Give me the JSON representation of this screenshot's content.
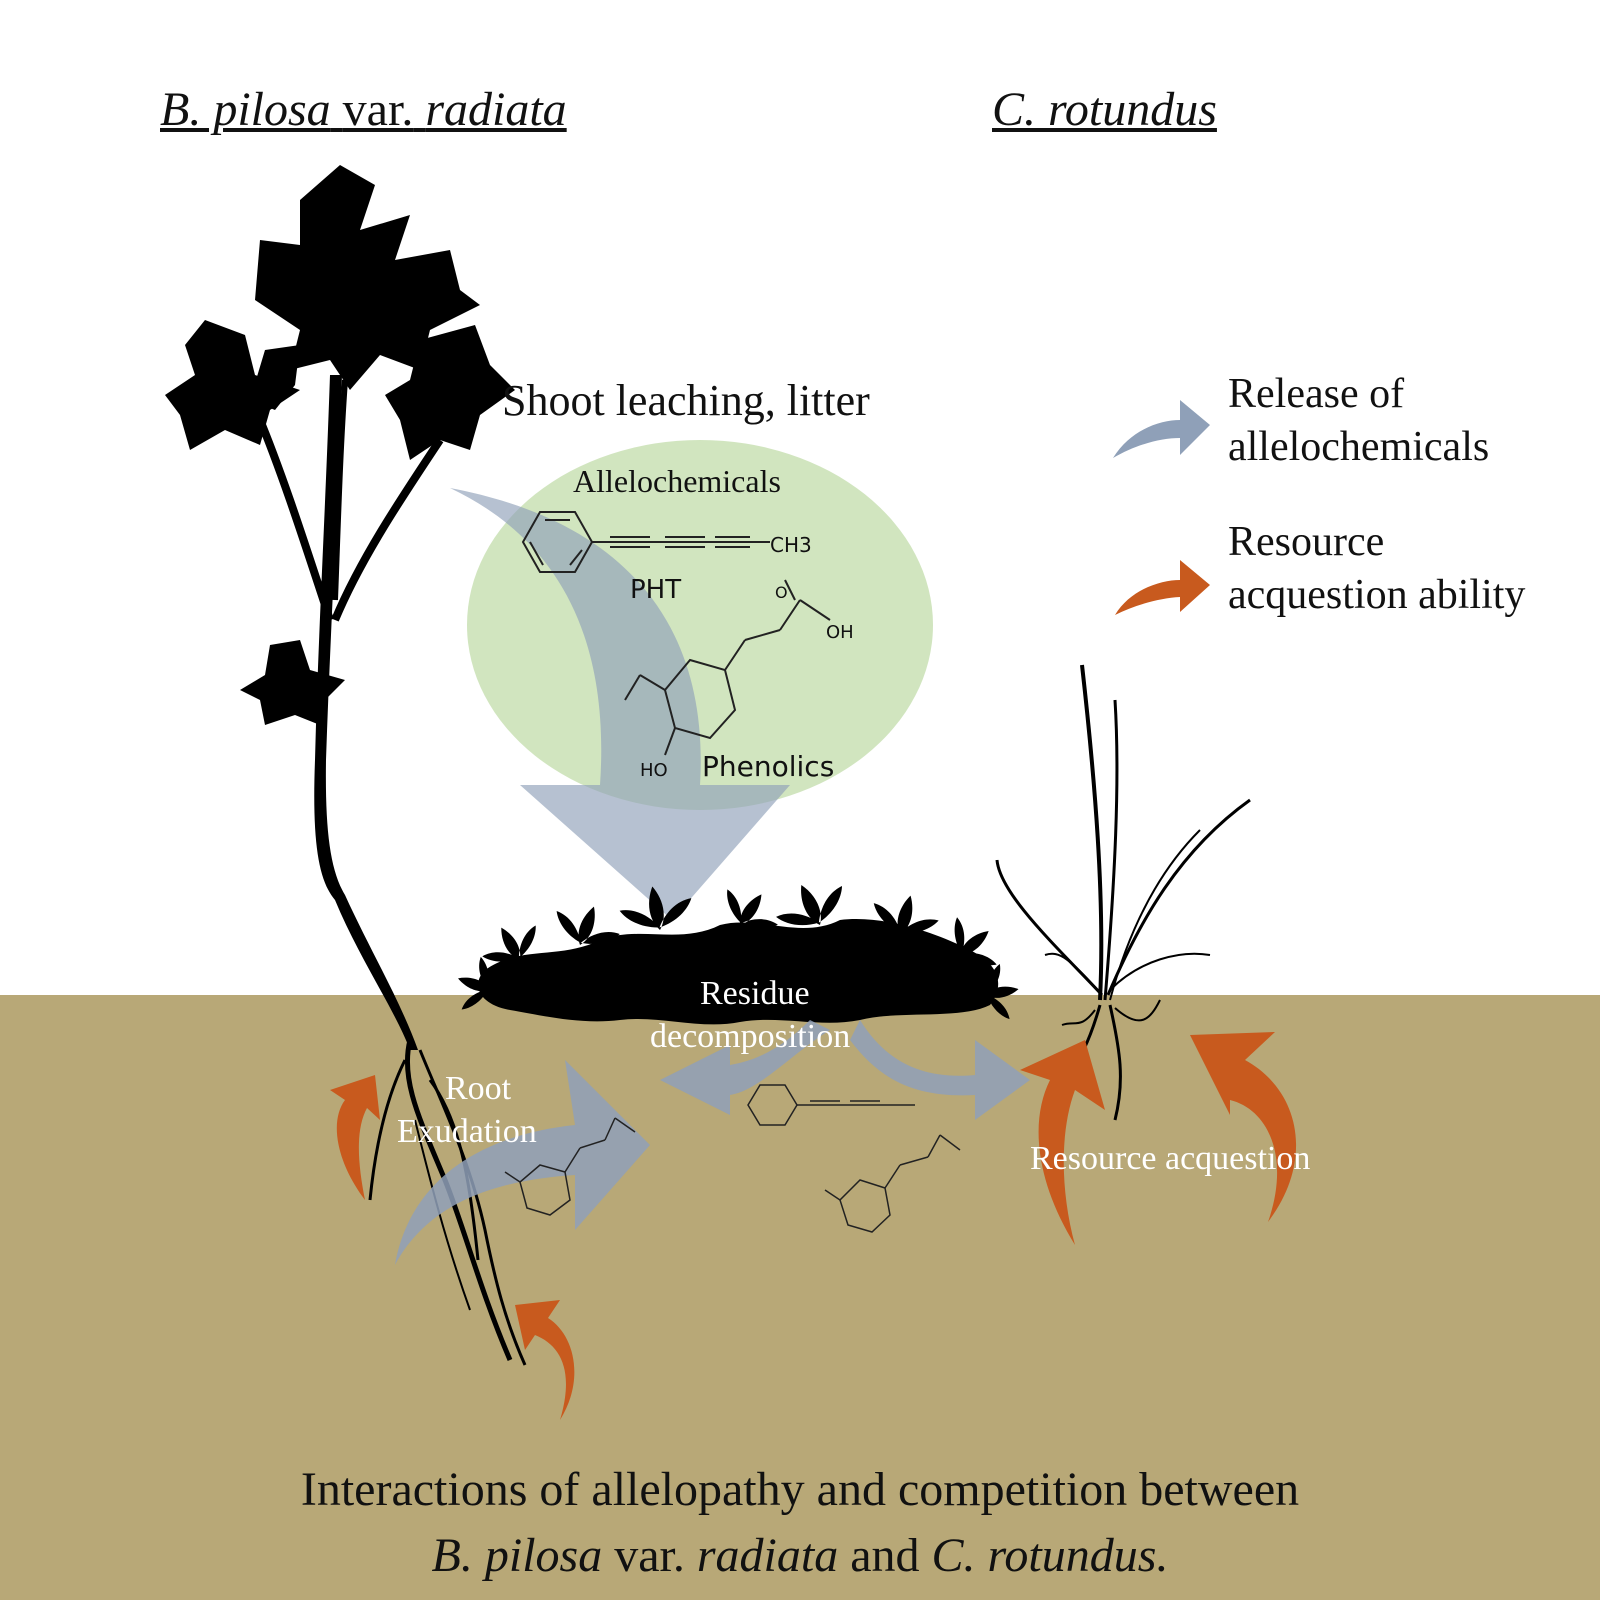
{
  "species": {
    "left_genus": "B. pilosa",
    "left_var": "var.",
    "left_epithet": "radiata",
    "right": "C. rotundus"
  },
  "labels": {
    "shoot_leaching": "Shoot leaching, litter",
    "allelochemicals": "Allelochemicals",
    "pht": "PHT",
    "phenolics": "Phenolics",
    "ch3": "CH3",
    "oh": "OH",
    "ho": "HO",
    "o": "O",
    "residue": "Residue",
    "decomposition": "decomposition",
    "root": "Root",
    "exudation": "Exudation",
    "resource_acquestion": "Resource acquestion"
  },
  "legend": {
    "release_line1": "Release of",
    "release_line2": "allelochemicals",
    "resource_line1": "Resource",
    "resource_line2": "acquestion ability"
  },
  "caption": {
    "line1": "Interactions of allelopathy and competition between",
    "line2_a": "B. pilosa",
    "line2_b": " var. ",
    "line2_c": "radiata",
    "line2_d": " and ",
    "line2_e": "C. rotundus."
  },
  "colors": {
    "soil": "#b8a877",
    "allelo_arrow": "#8fa0b8",
    "resource_arrow": "#c85a1e",
    "bubble": "#c9e0b4",
    "plant": "#000000"
  }
}
